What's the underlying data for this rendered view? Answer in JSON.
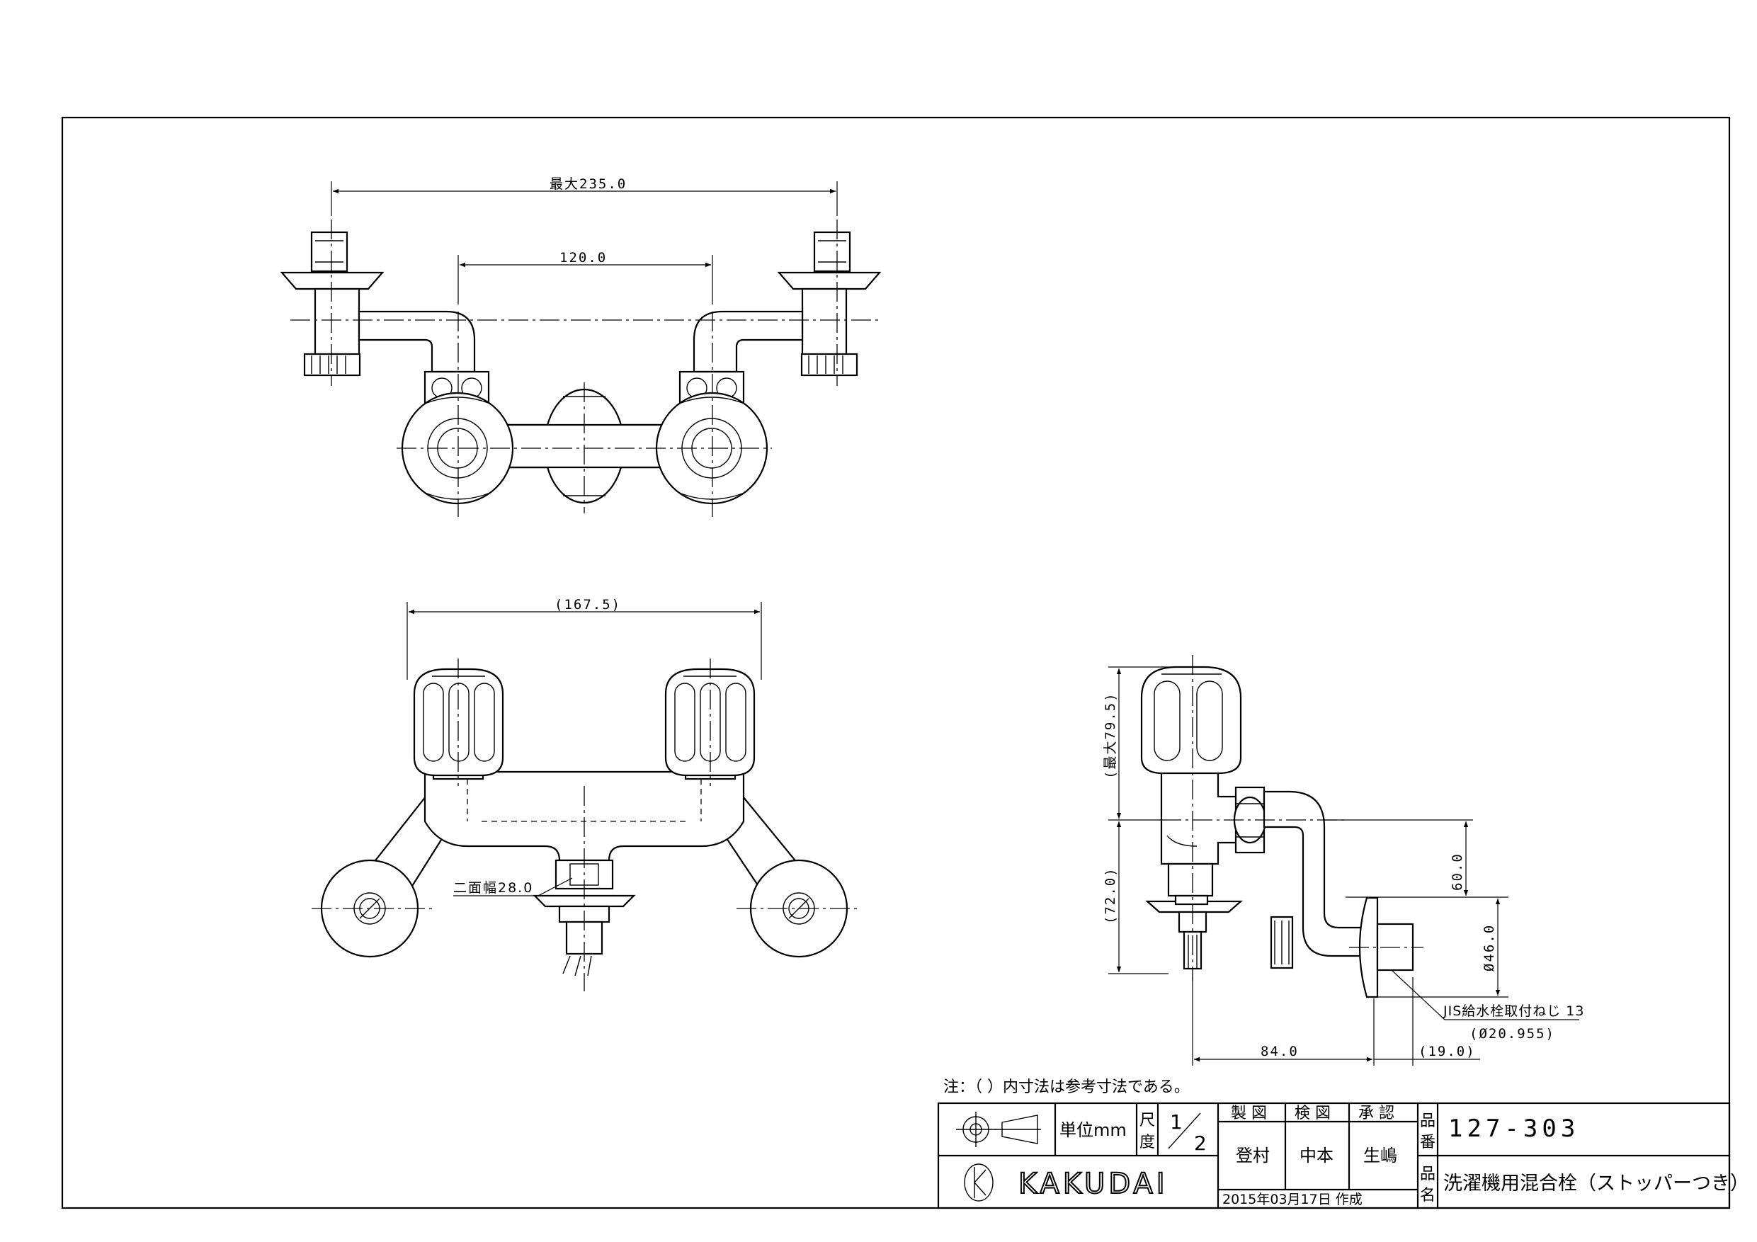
{
  "dimensions": {
    "top_max_width": "最大235.0",
    "top_center": "120.0",
    "front_width": "(167.5)",
    "front_wrench": "二面幅28.0",
    "side_max_height": "(最大79.5)",
    "side_height": "(72.0)",
    "side_pipe_height": "60.0",
    "side_flange_dia": "Ø46.0",
    "side_depth": "84.0",
    "side_offset": "(19.0)",
    "thread_label": "JIS給水栓取付ねじ 13",
    "thread_dia": "(Ø20.955)"
  },
  "note": "注：（ ）内寸法は参考寸法である。",
  "title_block": {
    "unit_label": "単位mm",
    "scale_label_1": "尺",
    "scale_label_2": "度",
    "scale_num": "1",
    "scale_den": "2",
    "col_seizu": "製 図",
    "col_kenzu": "検 図",
    "col_shonin": "承 認",
    "drafter": "登村",
    "checker": "中本",
    "approver": "生嶋",
    "date": "2015年03月17日 作成",
    "hinban_label_1": "品",
    "hinban_label_2": "番",
    "part_number": "127-303",
    "hinmei_label_1": "品",
    "hinmei_label_2": "名",
    "product_name": "洗濯機用混合栓（ストッパーつき）",
    "brand": "KAKUDAI"
  }
}
